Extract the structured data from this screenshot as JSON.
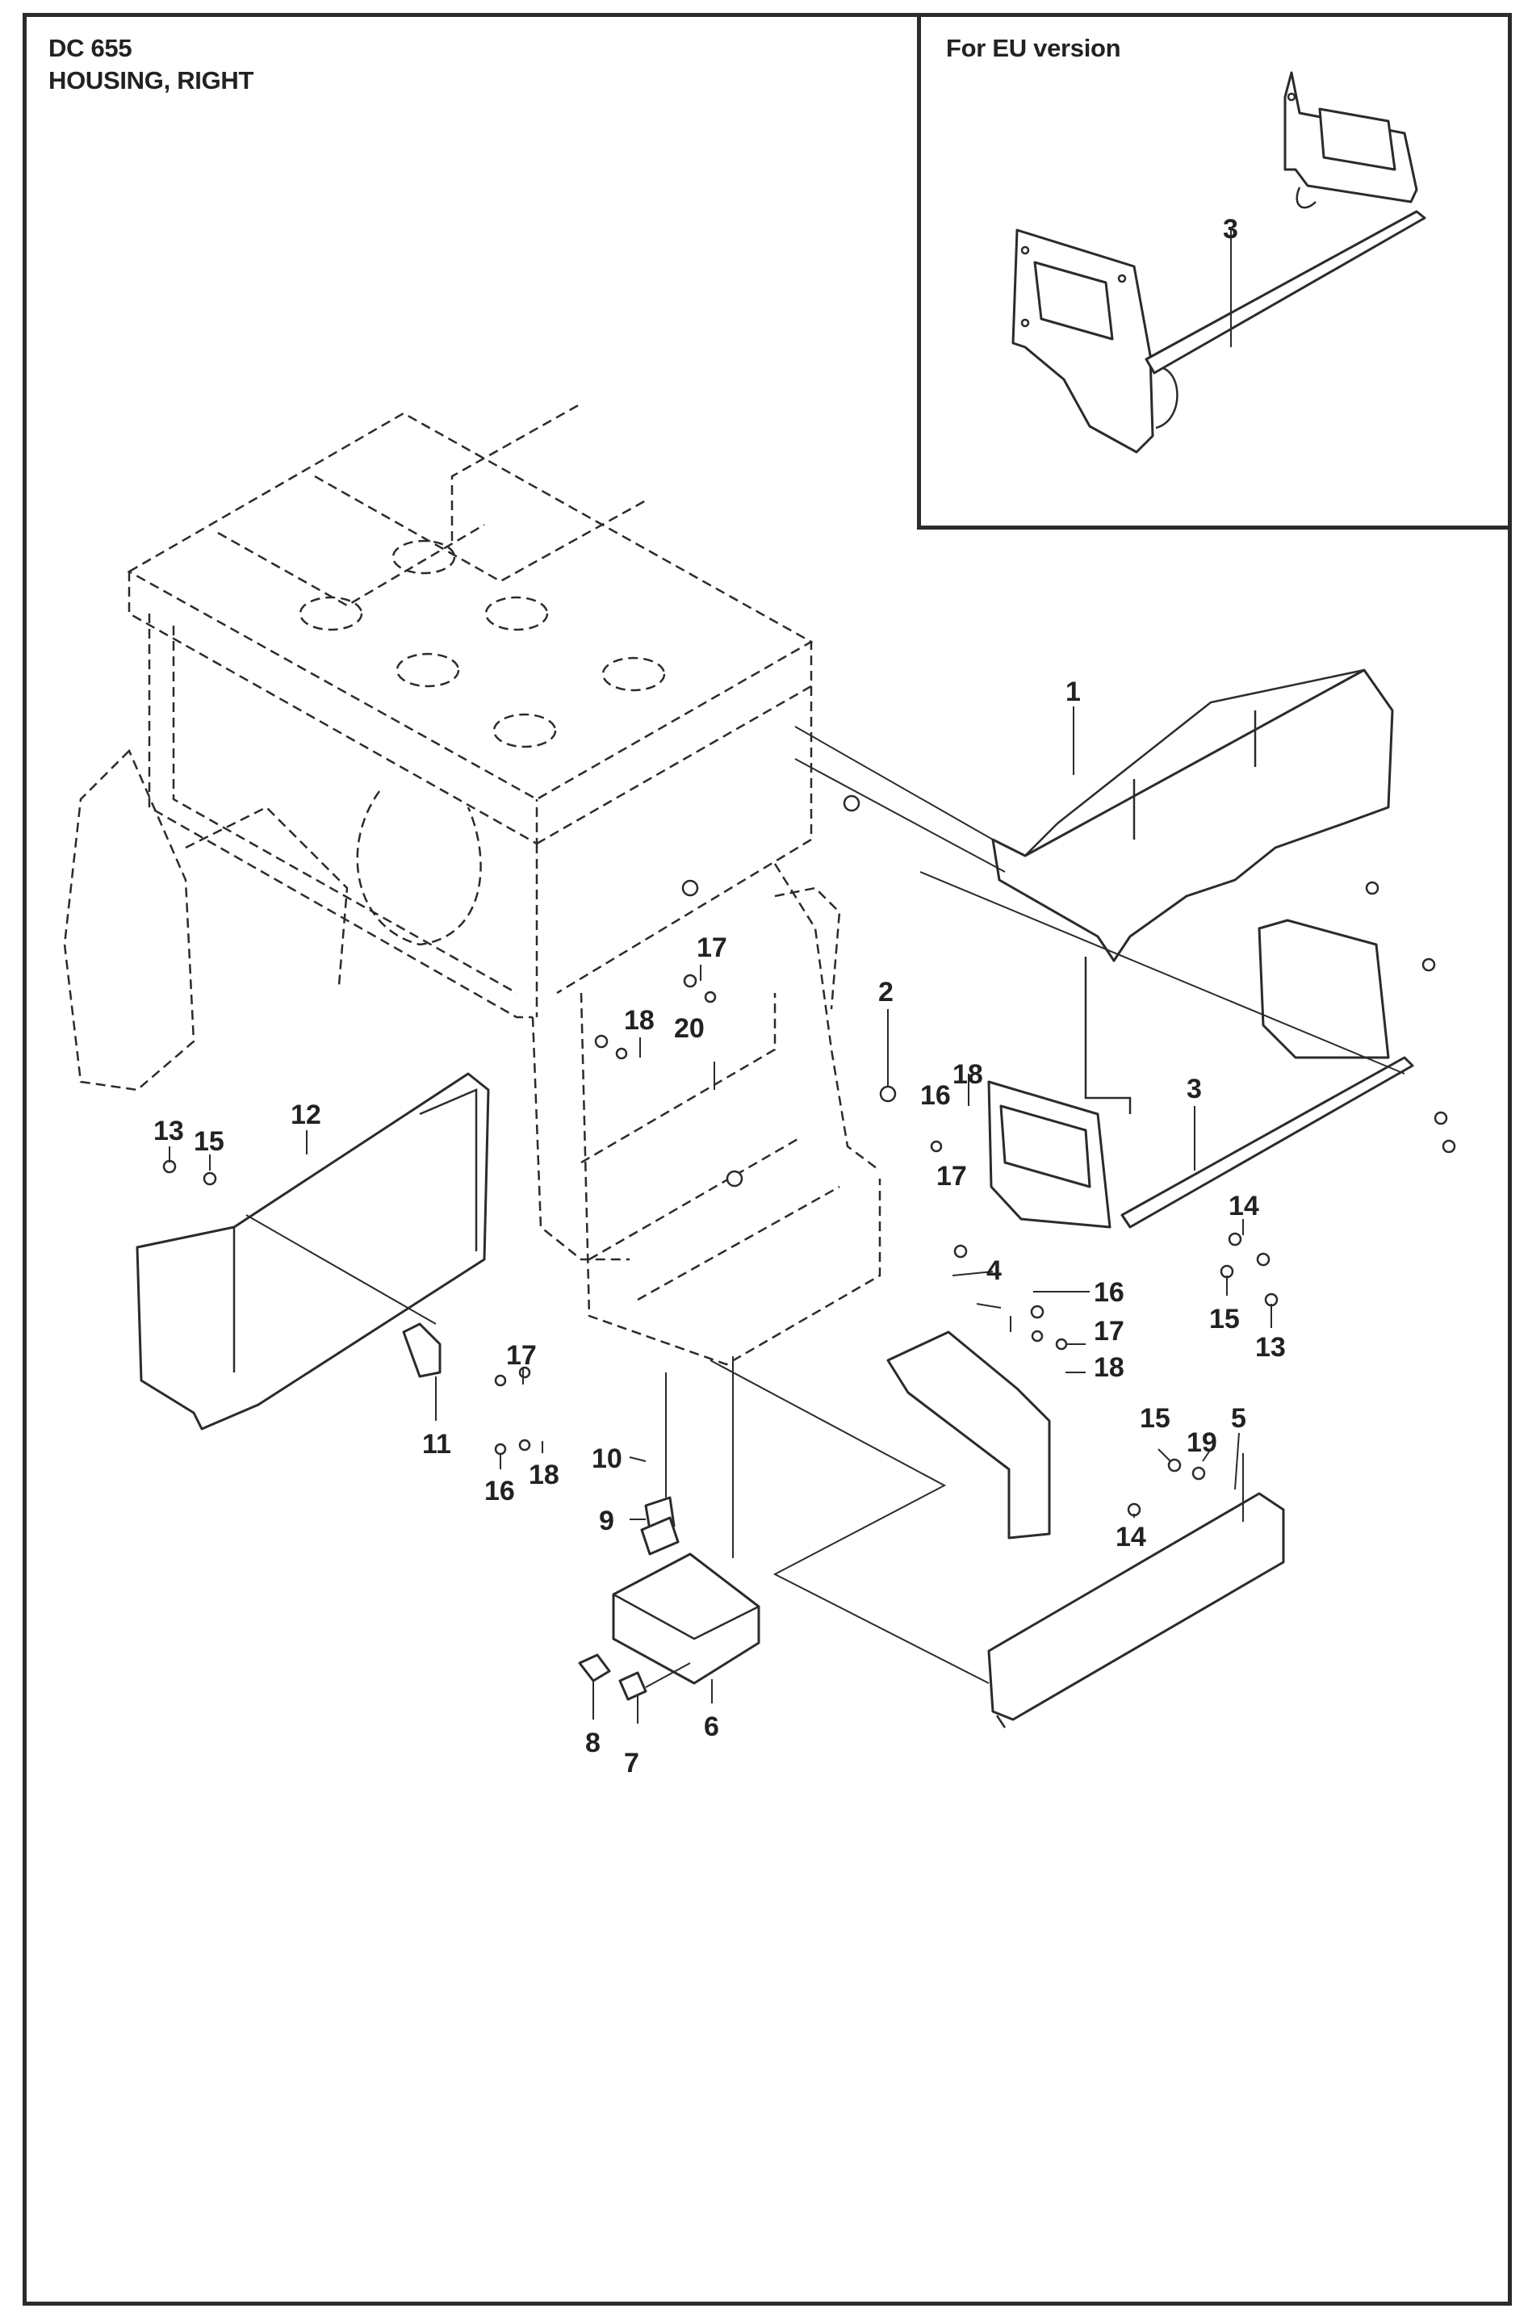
{
  "header": {
    "model": "DC 655",
    "subtitle": "HOUSING, RIGHT"
  },
  "inset": {
    "title": "For EU version",
    "callouts": [
      "3"
    ]
  },
  "callouts": [
    "1",
    "2",
    "3",
    "4",
    "5",
    "6",
    "7",
    "8",
    "9",
    "10",
    "11",
    "12",
    "13",
    "14",
    "15",
    "16",
    "17",
    "18",
    "19",
    "20"
  ],
  "colors": {
    "line": "#2b2b2b",
    "background": "#ffffff"
  }
}
